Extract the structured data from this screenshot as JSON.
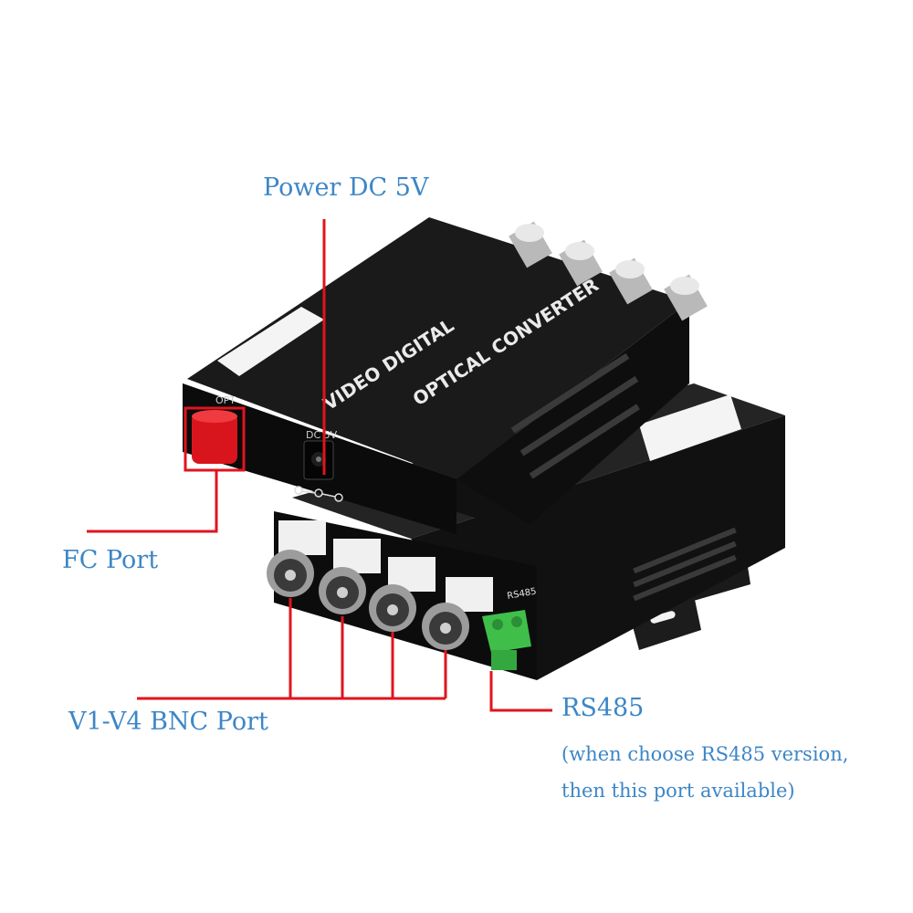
{
  "labels": {
    "power": "Power DC 5V",
    "fc_port": "FC Port",
    "bnc_port": "V1-V4 BNC Port",
    "rs485": "RS485",
    "rs485_note_line1": "(when choose RS485 version,",
    "rs485_note_line2": "then this port available)"
  },
  "device_print": {
    "top_line1": "VIDEO DIGITAL",
    "top_line2": "OPTICAL CONVERTER",
    "opt_label": "OPT",
    "dc_label": "DC 5V",
    "rs485_label": "RS485"
  },
  "colors": {
    "callout_text": "#3d86c6",
    "leader_line": "#e0141e",
    "device_body": "#151515",
    "fc_cap": "#d8151d",
    "terminal_block": "#3fbf4a"
  }
}
